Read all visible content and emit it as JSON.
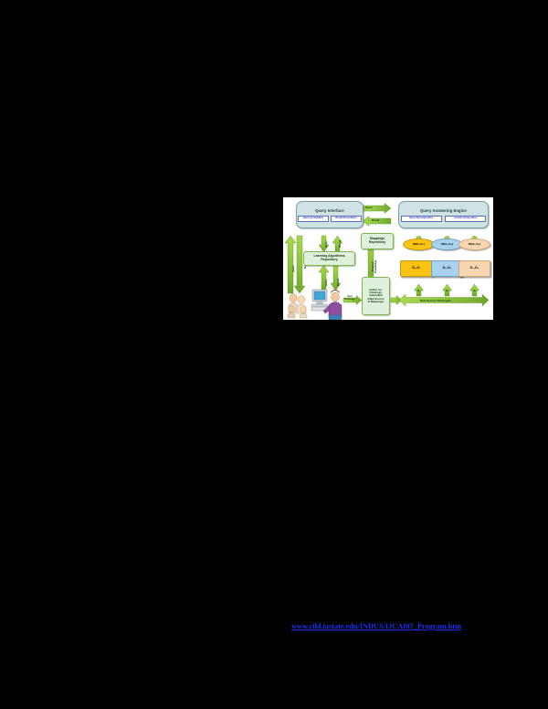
{
  "page": {
    "background_color": "#000000",
    "figure_background": "#ffffff"
  },
  "figure": {
    "query_interface": {
      "title": "Query Interface",
      "sub_boxes": [
        "Query Formulation",
        "Result Presentation"
      ]
    },
    "query_answering_engine": {
      "title": "Query Answering Engine",
      "sub_boxes": [
        "Query Decomposition",
        "Answer Composition"
      ]
    },
    "mappings_repository": {
      "label": "Mappings\nRepository"
    },
    "learning_algorithms_repository": {
      "label": "Learning Algorithms\nRepository"
    },
    "editor": {
      "label": "Editor for\nOntology-\nExtended\nData Source\n& Mappings"
    },
    "data_source_ontologies_bar": {
      "label": "Data Source Ontologies"
    },
    "ellipses": [
      {
        "label": "M(O₁,O₂)",
        "color": "#fcc312"
      },
      {
        "label": "M(O₂,O₃)",
        "color": "#a9d2f0"
      },
      {
        "label": "M(O₃,O₄)",
        "color": "#f8d7b0"
      }
    ],
    "data_rects": [
      {
        "label": "D₁,O₁",
        "color": "#fcc312"
      },
      {
        "label": "D₂,O₂",
        "color": "#a9d2f0"
      },
      {
        "label": "D₃,O₃",
        "color": "#f8d7b0"
      }
    ],
    "rect_connector_labels": [
      "O₁",
      "O₂",
      "O₃"
    ],
    "arrows": {
      "query_right": "Query",
      "result_left": "Result",
      "left_query_up": "Query",
      "left_result_down": "Result",
      "mid_query_down": "Query",
      "mid_result_up": "Result",
      "lower_query_up": "Query",
      "lower_result_down": "Result",
      "program_knowledge_up": "Program\nKnowledge",
      "user_ontology": "User\nOntology"
    },
    "colors": {
      "arrow_green": "#8cc63f",
      "arrow_green_dark": "#5f9020",
      "panel_fill": "#cfe3e5",
      "lightbox_fill": "#dff0dd",
      "sub_box_text": "#2a2ad0"
    }
  },
  "link": {
    "text": "www.cild.iastate.edu/INDUS/IJCAI07_Program.htm",
    "color": "#1b2fe8"
  }
}
